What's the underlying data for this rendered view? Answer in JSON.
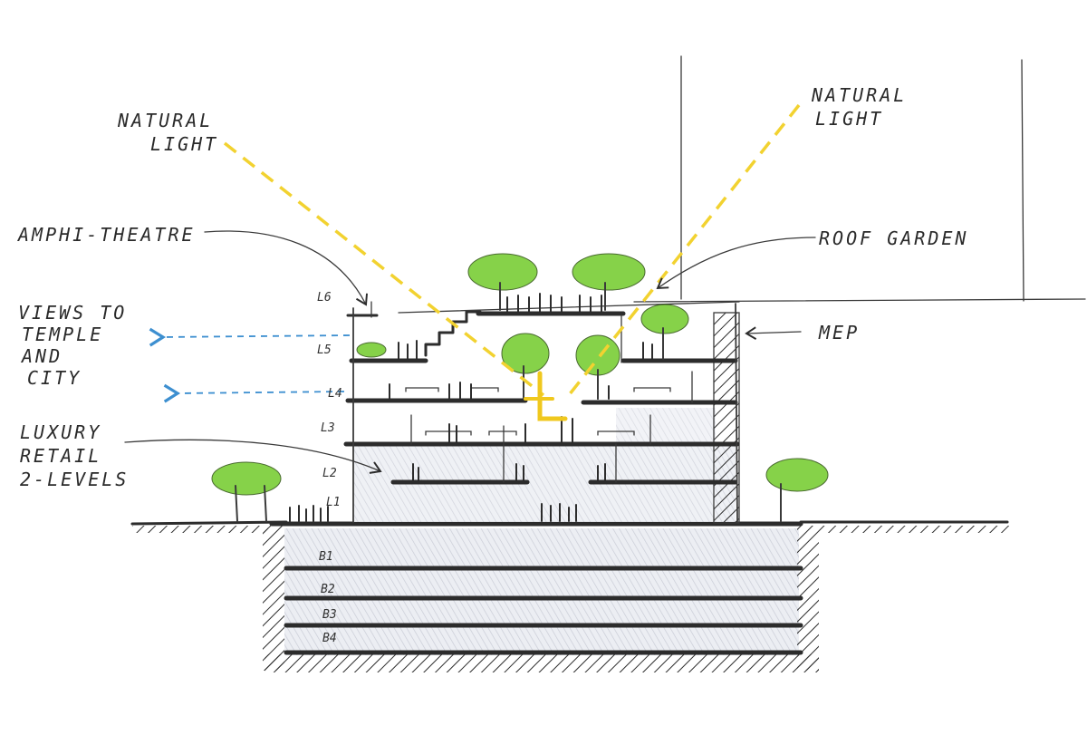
{
  "labels": {
    "light_left": [
      "NATURAL",
      "LIGHT"
    ],
    "light_right": [
      "NATURAL",
      "LIGHT"
    ],
    "amphitheatre": "AMPHI-THEATRE",
    "roof_garden": "ROOF GARDEN",
    "views": [
      "VIEWS TO",
      "TEMPLE",
      "AND",
      "CITY"
    ],
    "mep": "MEP",
    "retail": [
      "LUXURY",
      "RETAIL",
      "2-LEVELS"
    ]
  },
  "levels": {
    "above": [
      "L6",
      "L5",
      "L4",
      "L3",
      "L2",
      "L1"
    ],
    "below": [
      "B1",
      "B2",
      "B3",
      "B4"
    ]
  },
  "colors": {
    "ink": "#2c2c2c",
    "light_ray": "#f2d230",
    "view_arrow": "#3d8fd0",
    "tree": "#7ccf3a",
    "tone": "#d9dbe3"
  }
}
